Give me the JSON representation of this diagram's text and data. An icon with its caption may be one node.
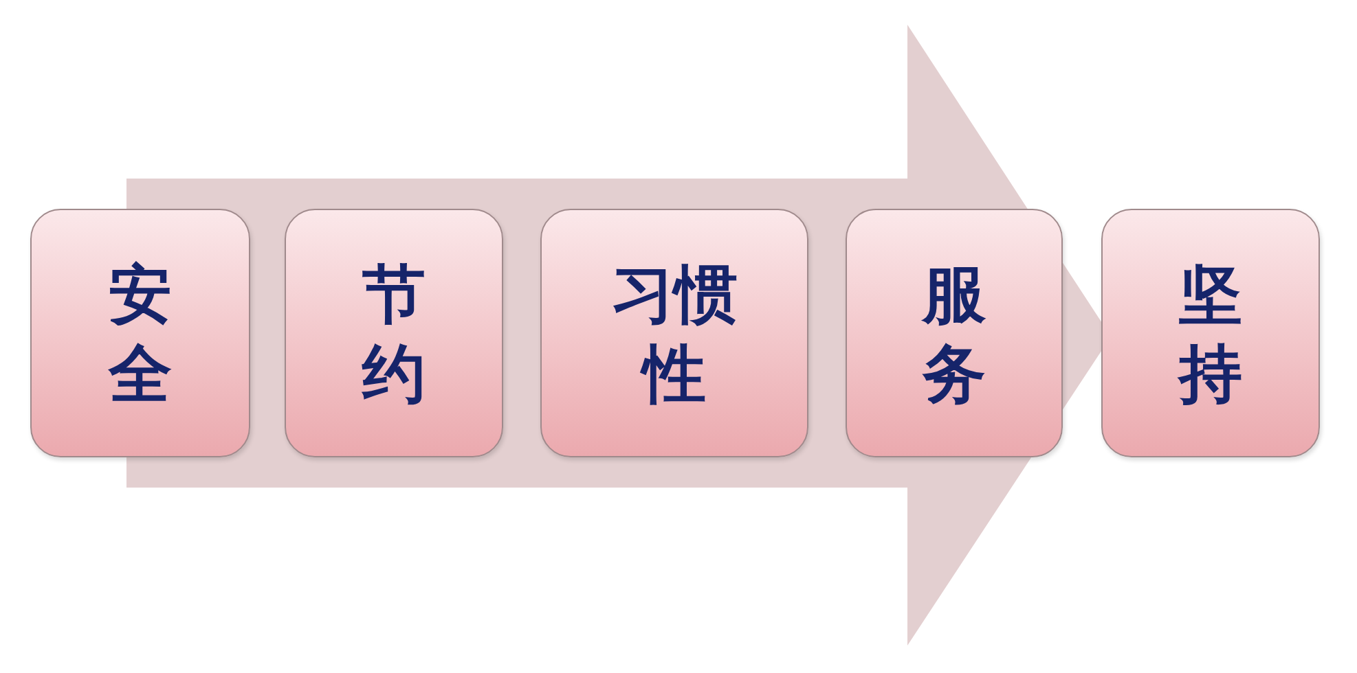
{
  "diagram": {
    "nodes": [
      {
        "text": [
          "安全"
        ]
      },
      {
        "text": [
          "节约"
        ]
      },
      {
        "text": [
          "习惯性"
        ]
      },
      {
        "text": [
          "服务"
        ]
      },
      {
        "text": [
          "坚持"
        ]
      }
    ],
    "edges": [
      {
        "from": 0,
        "to": 4,
        "arrow": "to"
      }
    ]
  }
}
